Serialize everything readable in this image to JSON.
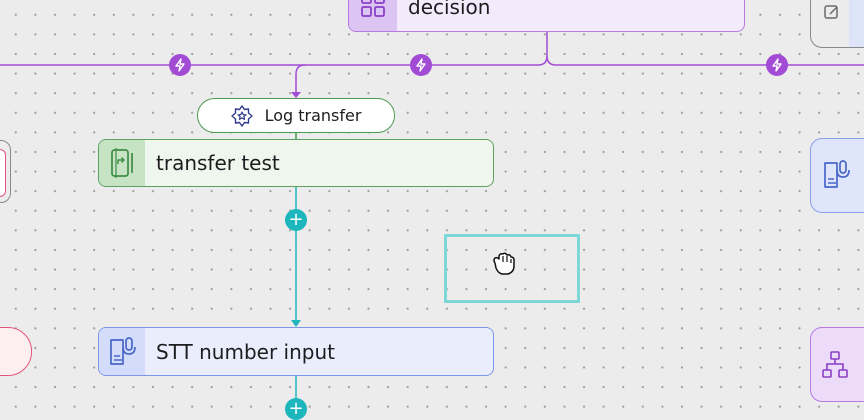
{
  "canvas": {
    "nodes": {
      "decision": {
        "label": "decision",
        "icon": "grid-icon"
      },
      "transfer": {
        "label": "transfer test",
        "icon": "transfer-phone-icon"
      },
      "stt": {
        "label": "STT number input",
        "icon": "speech-input-icon"
      }
    },
    "event_pill": {
      "label": "Log transfer",
      "icon": "gear-star-icon"
    },
    "connectors": {
      "lightning_icon": "lightning-icon",
      "add_icon": "plus-icon",
      "add_label": "+"
    },
    "cursor": "grab-hand-cursor-icon"
  },
  "colors": {
    "purple_accent": "#a24cd6",
    "teal_accent": "#1db6bd",
    "green_accent": "#4d9b52",
    "blue_accent": "#6f8fe6"
  }
}
